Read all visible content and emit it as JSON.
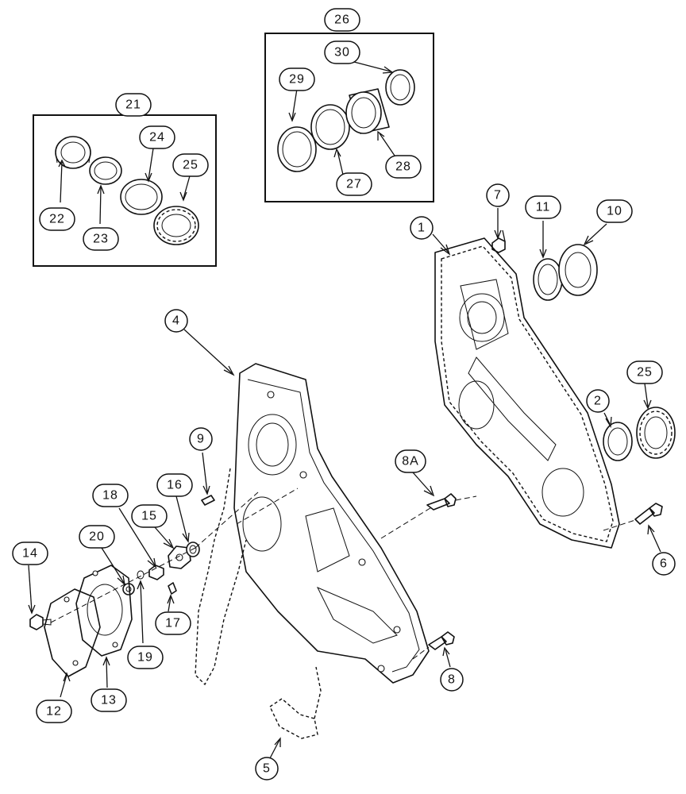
{
  "diagram": {
    "callouts": [
      {
        "id": "c1",
        "label": "1"
      },
      {
        "id": "c2",
        "label": "2"
      },
      {
        "id": "c4",
        "label": "4"
      },
      {
        "id": "c5",
        "label": "5"
      },
      {
        "id": "c6",
        "label": "6"
      },
      {
        "id": "c7",
        "label": "7"
      },
      {
        "id": "c8",
        "label": "8"
      },
      {
        "id": "c8a",
        "label": "8A"
      },
      {
        "id": "c9",
        "label": "9"
      },
      {
        "id": "c10",
        "label": "10"
      },
      {
        "id": "c11",
        "label": "11"
      },
      {
        "id": "c12",
        "label": "12"
      },
      {
        "id": "c13",
        "label": "13"
      },
      {
        "id": "c14",
        "label": "14"
      },
      {
        "id": "c15",
        "label": "15"
      },
      {
        "id": "c16",
        "label": "16"
      },
      {
        "id": "c17",
        "label": "17"
      },
      {
        "id": "c18",
        "label": "18"
      },
      {
        "id": "c19",
        "label": "19"
      },
      {
        "id": "c20",
        "label": "20"
      },
      {
        "id": "c21",
        "label": "21"
      },
      {
        "id": "c22",
        "label": "22"
      },
      {
        "id": "c23",
        "label": "23"
      },
      {
        "id": "c24",
        "label": "24"
      },
      {
        "id": "c25a",
        "label": "25"
      },
      {
        "id": "c25b",
        "label": "25"
      },
      {
        "id": "c26",
        "label": "26"
      },
      {
        "id": "c27",
        "label": "27"
      },
      {
        "id": "c28",
        "label": "28"
      },
      {
        "id": "c29",
        "label": "29"
      },
      {
        "id": "c30",
        "label": "30"
      }
    ]
  }
}
